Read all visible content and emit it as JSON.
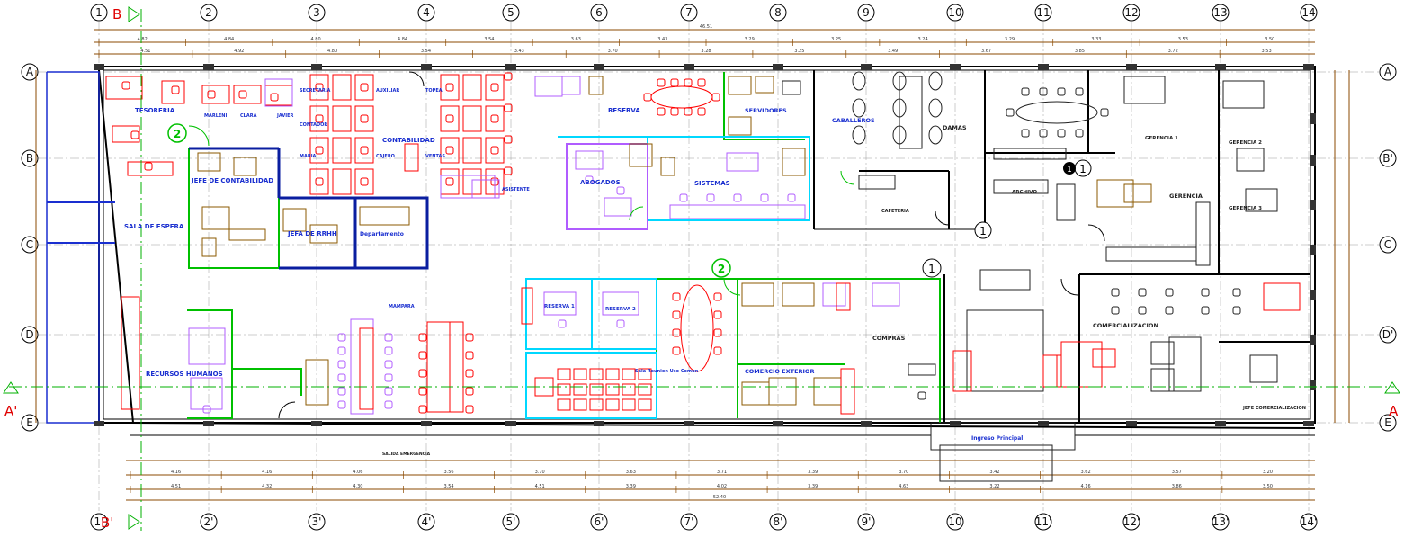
{
  "axes_top": [
    "1",
    "2",
    "3",
    "4",
    "5",
    "6",
    "7",
    "8",
    "9",
    "10",
    "11",
    "12",
    "13",
    "14"
  ],
  "axes_bottom": [
    "1'",
    "2'",
    "3'",
    "4'",
    "5'",
    "6'",
    "7'",
    "8'",
    "9'",
    "10",
    "11'",
    "12'",
    "13'",
    "14'"
  ],
  "axes_left": [
    "A",
    "B",
    "C",
    "D",
    "E"
  ],
  "axes_right": [
    "A",
    "B'",
    "C",
    "D'",
    "E"
  ],
  "section_markers": {
    "b_top": "B",
    "b_bottom": "B'",
    "a_left": "A'",
    "a_right": "A"
  },
  "dims_top_row1": [
    "4.82",
    "4.84",
    "4.80",
    "4.84",
    "3.54",
    "3.63",
    "3.43",
    "3.29",
    "3.25",
    "3.24",
    "3.29",
    "3.33",
    "3.53",
    "3.50"
  ],
  "dims_top_row2": [
    "4.51",
    "4.92",
    "4.80",
    "3.54",
    "3.43",
    "3.70",
    "3.28",
    "3.25",
    "3.49",
    "3.67",
    "3.85",
    "3.72",
    "3.53"
  ],
  "dim_top_total": "46.51",
  "dims_bottom_row1": [
    "4.16",
    "4.16",
    "4.06",
    "3.56",
    "3.70",
    "3.63",
    "3.71",
    "3.39",
    "3.70",
    "3.42",
    "3.62",
    "3.57",
    "3.20"
  ],
  "dims_bottom_row2": [
    "4.51",
    "4.32",
    "4.30",
    "3.54",
    "4.51",
    "3.39",
    "4.02",
    "3.39",
    "4.63",
    "3.22",
    "4.16",
    "3.86",
    "3.50"
  ],
  "dim_bottom_total": "52.40",
  "callouts": [
    "1",
    "1",
    "1",
    "1",
    "2",
    "2"
  ],
  "rooms": {
    "tesoreria": "TESORERIA",
    "contabilidad": "CONTABILIDAD",
    "jefe_contabilidad": "JEFE DE CONTABILIDAD",
    "jefe_rrhh": "JEFA DE RRHH",
    "departamento": "Departamento",
    "sala_espera": "SALA DE ESPERA",
    "reserva": "RESERVA",
    "servidores": "SERVIDORES",
    "abogados": "ABOGADOS",
    "sistemas": "SISTEMAS",
    "caballeros": "CABALLEROS",
    "damas": "DAMAS",
    "cafeteria": "CAFETERIA",
    "archivo": "ARCHIVO",
    "gerencia1": "GERENCIA 1",
    "gerencia2": "GERENCIA 2",
    "gerencia3": "GERENCIA 3",
    "gerencia": "GERENCIA",
    "comercializacion": "COMERCIALIZACION",
    "jefe_comercializacion": "JEFE COMERCIALIZACION",
    "compras": "COMPRAS",
    "comercio_exterior": "COMERCIO EXTERIOR",
    "reserva1": "RESERVA 1",
    "reserva2": "RESERVA 2",
    "sala_reunion": "Sala Reunion Uso Comun",
    "recursos_humanos": "RECURSOS HUMANOS",
    "mampara": "MAMPARA",
    "salida_emergencia": "SALIDA EMERGENCIA",
    "ingreso_principal": "Ingreso Principal"
  },
  "desk_labels": [
    "MARLENI",
    "CLARA",
    "JAVIER",
    "SECRETARIA",
    "AUXILIAR",
    "CONTADOR",
    "TOPEA",
    "MARIA",
    "CAJERO",
    "VENTAS",
    "ASISTENTE"
  ],
  "colors": {
    "wall": "#000000",
    "furniture_red": "#ff0000",
    "furniture_purple": "#b05cff",
    "furniture_brown": "#8b5a00",
    "dim_brown": "#8b4a00",
    "partition_green": "#00c000",
    "partition_cyan": "#00d8ff",
    "partition_navy": "#0a1ea0",
    "label_blue": "#1a2fd0",
    "axis_green": "#00b000"
  }
}
